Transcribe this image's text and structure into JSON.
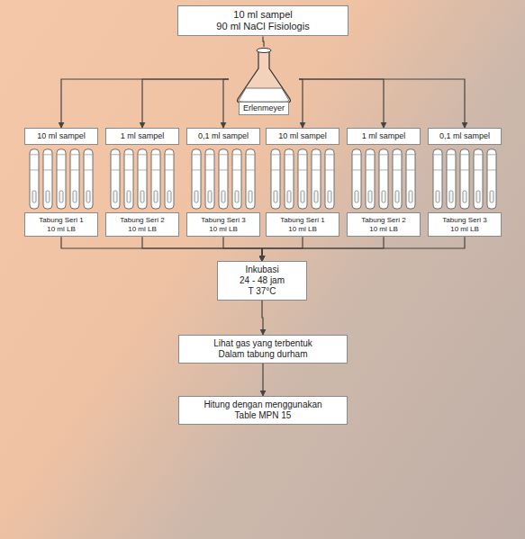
{
  "diagram": {
    "nodes": [
      {
        "text": [
          "10 ml sampel",
          "90 ml NaCl Fisiologis"
        ]
      },
      {
        "text": [
          "Erlenmeyer"
        ]
      },
      {
        "text": [
          "10 ml sampel"
        ]
      },
      {
        "text": [
          "1 ml sampel"
        ]
      },
      {
        "text": [
          "0,1 ml sampel"
        ]
      },
      {
        "text": [
          "10 ml sampel"
        ]
      },
      {
        "text": [
          "1 ml sampel"
        ]
      },
      {
        "text": [
          "0,1 ml sampel"
        ]
      },
      {
        "text": [
          "Tabung Seri 1",
          "10 ml LB"
        ]
      },
      {
        "text": [
          "Tabung Seri 2",
          "10 ml LB"
        ]
      },
      {
        "text": [
          "Tabung Seri 3",
          "10 ml LB"
        ]
      },
      {
        "text": [
          "Tabung Seri 1",
          "10 ml LB"
        ]
      },
      {
        "text": [
          "Tabung Seri 2",
          "10 ml LB"
        ]
      },
      {
        "text": [
          "Tabung Seri 3",
          "10 ml LB"
        ]
      },
      {
        "text": [
          "Inkubasi",
          "24 - 48 jam",
          "T 37°C"
        ]
      },
      {
        "text": [
          "Lihat gas yang terbentuk",
          "Dalam tabung durham"
        ]
      },
      {
        "text": [
          "Hitung dengan menggunakan",
          "Table MPN 15"
        ]
      }
    ],
    "edges": [
      {
        "from": 0,
        "to": 1,
        "arrow": "none"
      },
      {
        "from": 1,
        "to": 2,
        "arrow": "to"
      },
      {
        "from": 1,
        "to": 3,
        "arrow": "to"
      },
      {
        "from": 1,
        "to": 4,
        "arrow": "to"
      },
      {
        "from": 1,
        "to": 5,
        "arrow": "to"
      },
      {
        "from": 1,
        "to": 6,
        "arrow": "to"
      },
      {
        "from": 1,
        "to": 7,
        "arrow": "to"
      },
      {
        "from": 8,
        "to": 14,
        "arrow": "to"
      },
      {
        "from": 9,
        "to": 14,
        "arrow": "to"
      },
      {
        "from": 10,
        "to": 14,
        "arrow": "to"
      },
      {
        "from": 11,
        "to": 14,
        "arrow": "to"
      },
      {
        "from": 12,
        "to": 14,
        "arrow": "to"
      },
      {
        "from": 13,
        "to": 14,
        "arrow": "to"
      },
      {
        "from": 14,
        "to": 15,
        "arrow": "to"
      },
      {
        "from": 15,
        "to": 16,
        "arrow": "to"
      }
    ]
  }
}
